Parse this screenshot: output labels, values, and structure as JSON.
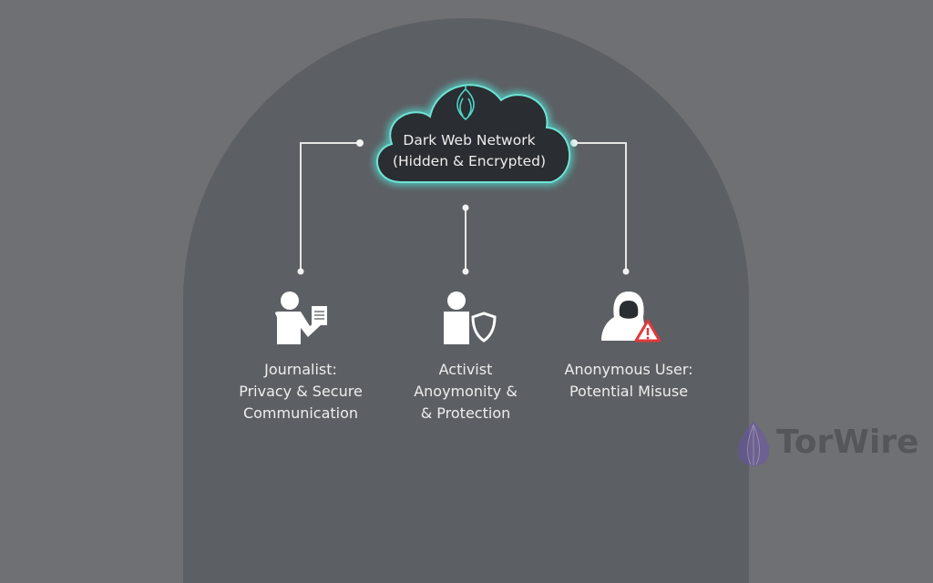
{
  "cloud": {
    "line1": "Dark Web Network",
    "line2": "(Hidden & Encrypted)",
    "icon": "onion-icon",
    "glow_color": "#4fd6c8"
  },
  "nodes": [
    {
      "icon": "journalist-document-icon",
      "lines": [
        "Journalist:",
        "Privacy & Secure",
        "Communication"
      ]
    },
    {
      "icon": "activist-shield-icon",
      "lines": [
        "Activist",
        "Anoymonity &",
        "& Protection"
      ]
    },
    {
      "icon": "hooded-user-warning-icon",
      "lines": [
        "Anonymous User:",
        "Potential Misuse"
      ]
    }
  ],
  "watermark": {
    "text": "TorWire"
  },
  "colors": {
    "warning": "#e0393b",
    "watermark_onion": "#6a55a8"
  }
}
